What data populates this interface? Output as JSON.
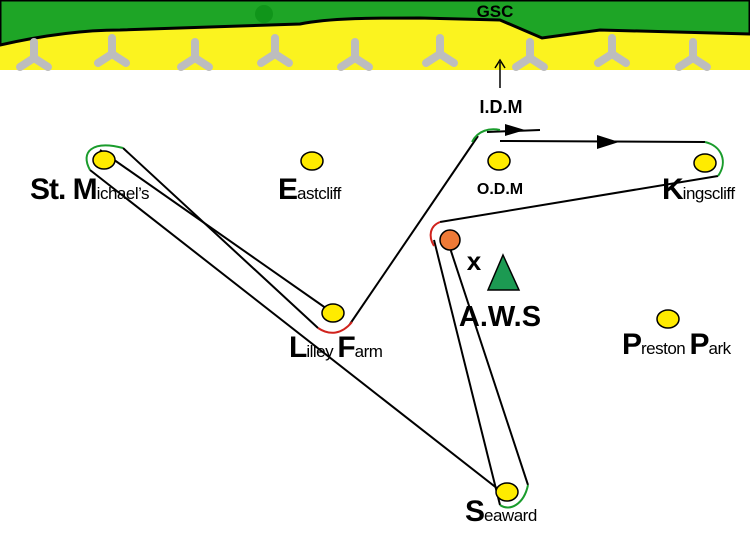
{
  "header": {
    "title": "GSC",
    "marker_label": "I.D.M"
  },
  "colors": {
    "grass": "#1ea526",
    "sand": "#fbf31f",
    "breakwater": "#bdbdbd",
    "ball": "#ffeb00",
    "orange_ball": "#ef7a37",
    "triangle": "#1c9a52",
    "track": "#000000",
    "green_turn": "#1a9c2c",
    "red_turn": "#d0221c"
  },
  "places": {
    "st_michaels": {
      "cap": "St. M",
      "rest": "ichael’s"
    },
    "eastcliff": {
      "cap": "E",
      "rest": "astcliff"
    },
    "odm": "O.D.M",
    "kingscliff": {
      "cap": "K",
      "rest": "ingscliff"
    },
    "lilley_farm": {
      "cap1": "L",
      "rest1": "illey ",
      "cap2": "F",
      "rest2": "arm"
    },
    "preston_park": {
      "cap1": "P",
      "rest1": "reston ",
      "cap2": "P",
      "rest2": "ark"
    },
    "seaward": {
      "cap": "S",
      "rest": "eaward"
    }
  },
  "mark_x": "x",
  "aws": "A.W.S"
}
